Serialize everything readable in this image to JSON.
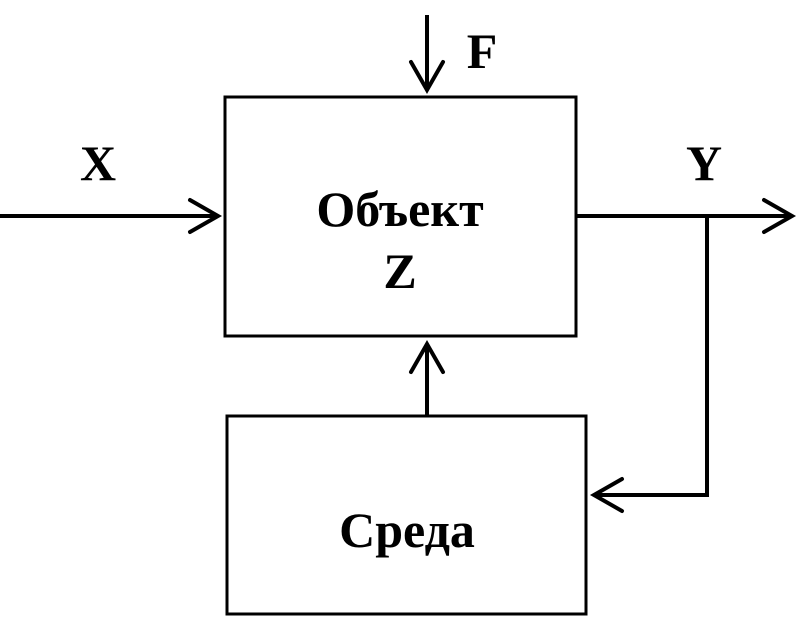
{
  "diagram": {
    "nodes": {
      "object": {
        "line1": "Объект",
        "line2": "Z"
      },
      "environment": {
        "label": "Среда"
      }
    },
    "edges": {
      "input": {
        "label": "X",
        "from": "",
        "to": "object"
      },
      "disturbance": {
        "label": "F",
        "from": "",
        "to": "object"
      },
      "output": {
        "label": "Y",
        "from": "object",
        "to": ""
      },
      "feedback": {
        "label": "",
        "from": "object",
        "to": "environment"
      },
      "environment_effect": {
        "label": "",
        "from": "environment",
        "to": "object"
      }
    },
    "colors": {
      "stroke": "#000000",
      "background": "#ffffff"
    }
  }
}
